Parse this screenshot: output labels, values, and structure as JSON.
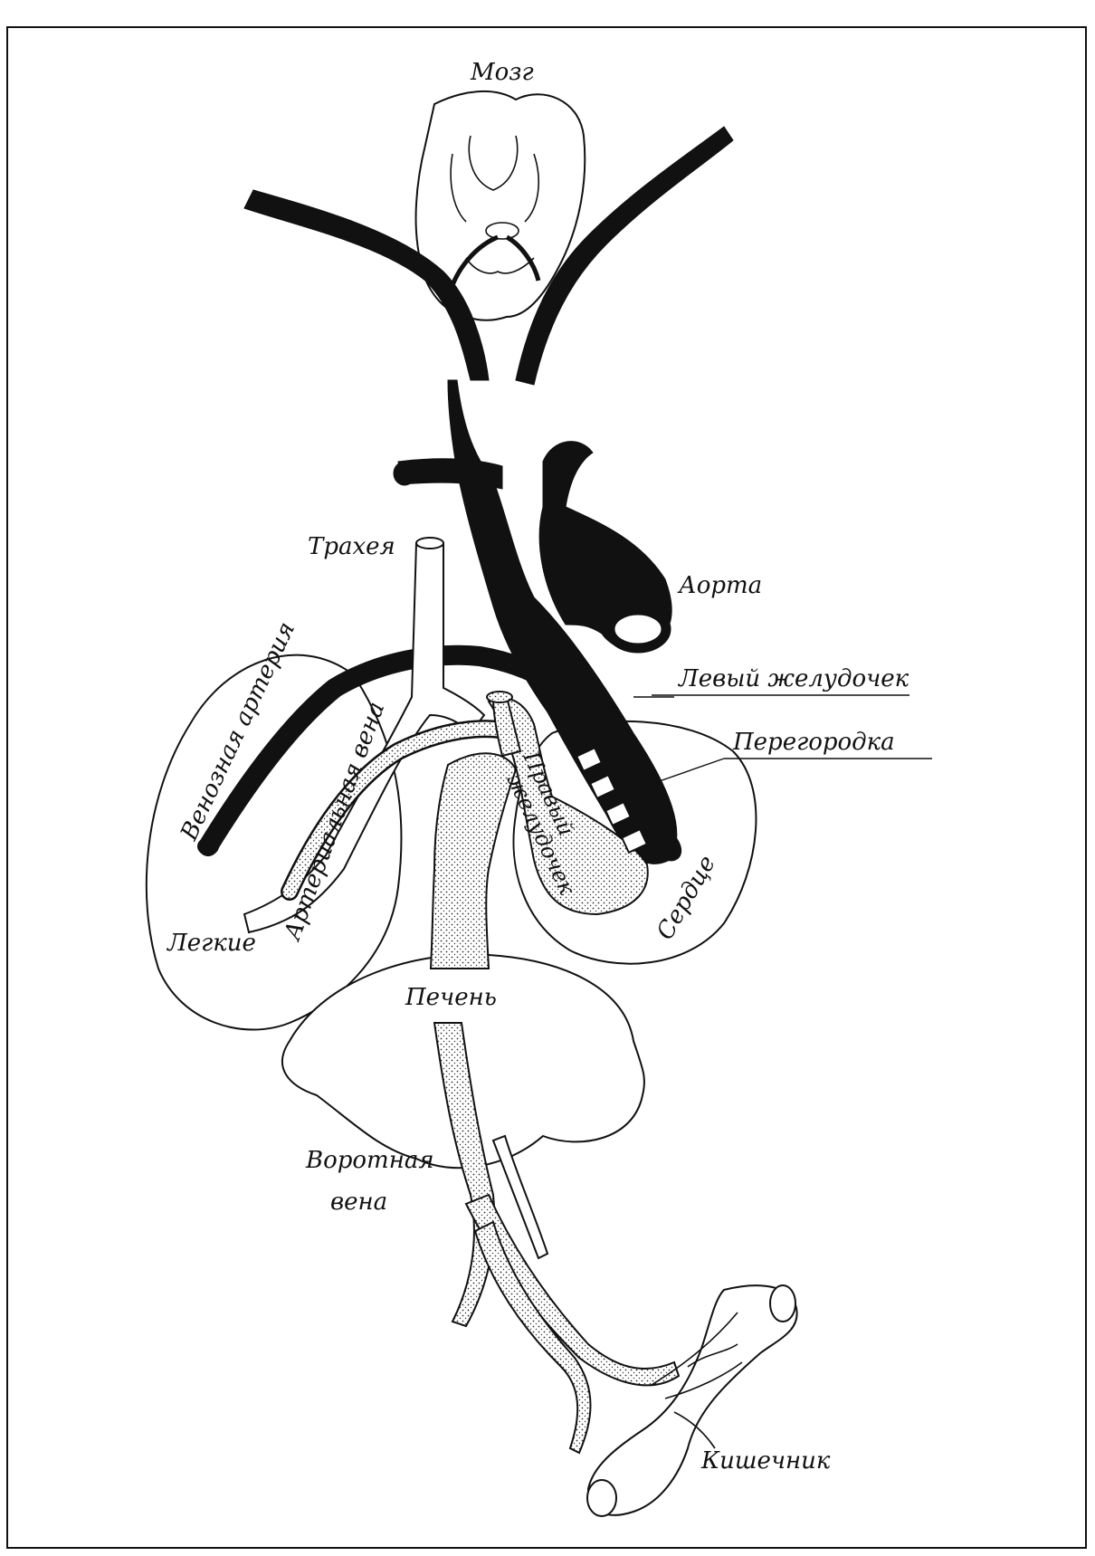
{
  "labels": {
    "brain": "Мозг",
    "trachea": "Трахея",
    "aorta": "Аорта",
    "left_ventricle": "Левый желудочек",
    "septum": "Перегородка",
    "venous_artery": "Венозная артерия",
    "arterial_vein": "Артериальная вена",
    "right_ventricle_1": "Правый",
    "right_ventricle_2": "желудочек",
    "lungs": "Легкие",
    "heart": "Сердце",
    "liver": "Печень",
    "portal_vein_1": "Воротная",
    "portal_vein_2": "вена",
    "intestine": "Кишечник"
  },
  "colors": {
    "ink": "#111111",
    "paper": "#ffffff",
    "stipple": "#e2e2e2"
  }
}
